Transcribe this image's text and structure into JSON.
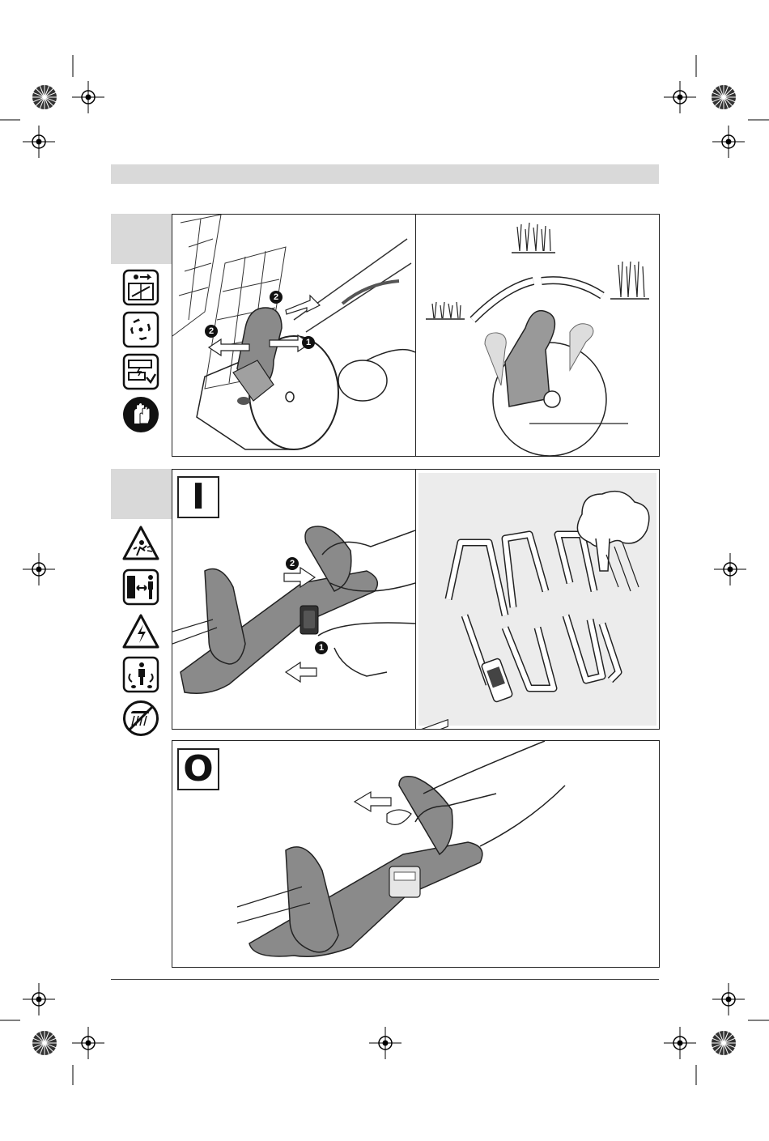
{
  "figures": {
    "blade_adjust": {
      "step1": "1",
      "step2": "2"
    },
    "switch_on": {
      "mode_label": "I",
      "step1": "1",
      "step2": "2"
    },
    "switch_off": {
      "mode_label": "O"
    }
  },
  "icons": {
    "group_a": [
      "read-manual-icon",
      "recycle-icon",
      "battery-charge-icon",
      "gloves-icon"
    ],
    "group_b": [
      "warning-projectile-icon",
      "keep-distance-icon",
      "electric-hazard-icon",
      "bystander-warning-icon",
      "no-rain-icon"
    ]
  },
  "colors": {
    "tab_gray": "#d9d9d9",
    "panel_bg_gray": "#ececec",
    "line": "#222222",
    "shade": "#8a8a8a"
  }
}
